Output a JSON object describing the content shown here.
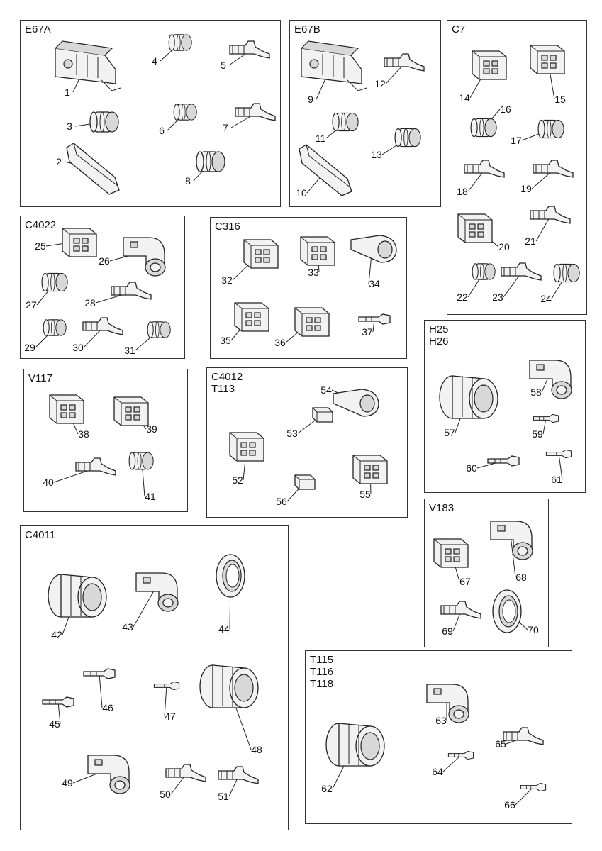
{
  "panels": [
    {
      "id": "e67a",
      "label": "E67A"
    },
    {
      "id": "e67b",
      "label": "E67B"
    },
    {
      "id": "c7",
      "label": "C7"
    },
    {
      "id": "c4022",
      "label": "C4022"
    },
    {
      "id": "c316",
      "label": "C316"
    },
    {
      "id": "h25",
      "label": "H25\nH26"
    },
    {
      "id": "v117",
      "label": "V117"
    },
    {
      "id": "c4012",
      "label": "C4012\nT113"
    },
    {
      "id": "v183",
      "label": "V183"
    },
    {
      "id": "c4011",
      "label": "C4011"
    },
    {
      "id": "t115",
      "label": "T115\nT116\nT118"
    }
  ],
  "parts": [
    {
      "n": "1",
      "shape": "housing"
    },
    {
      "n": "2",
      "shape": "cover"
    },
    {
      "n": "3",
      "shape": "seal"
    },
    {
      "n": "4",
      "shape": "seal"
    },
    {
      "n": "5",
      "shape": "terminal"
    },
    {
      "n": "6",
      "shape": "seal"
    },
    {
      "n": "7",
      "shape": "terminal"
    },
    {
      "n": "8",
      "shape": "seal"
    },
    {
      "n": "9",
      "shape": "housing"
    },
    {
      "n": "10",
      "shape": "cover"
    },
    {
      "n": "11",
      "shape": "seal"
    },
    {
      "n": "12",
      "shape": "terminal"
    },
    {
      "n": "13",
      "shape": "seal"
    },
    {
      "n": "14",
      "shape": "block"
    },
    {
      "n": "15",
      "shape": "block"
    },
    {
      "n": "16",
      "shape": "seal"
    },
    {
      "n": "17",
      "shape": "seal"
    },
    {
      "n": "18",
      "shape": "terminal"
    },
    {
      "n": "19",
      "shape": "terminal"
    },
    {
      "n": "20",
      "shape": "block"
    },
    {
      "n": "21",
      "shape": "terminal"
    },
    {
      "n": "22",
      "shape": "seal"
    },
    {
      "n": "23",
      "shape": "terminal"
    },
    {
      "n": "24",
      "shape": "seal"
    },
    {
      "n": "25",
      "shape": "block"
    },
    {
      "n": "26",
      "shape": "elbow"
    },
    {
      "n": "27",
      "shape": "seal"
    },
    {
      "n": "28",
      "shape": "terminal"
    },
    {
      "n": "29",
      "shape": "seal"
    },
    {
      "n": "30",
      "shape": "terminal"
    },
    {
      "n": "31",
      "shape": "seal"
    },
    {
      "n": "32",
      "shape": "block"
    },
    {
      "n": "33",
      "shape": "block"
    },
    {
      "n": "34",
      "shape": "boot"
    },
    {
      "n": "35",
      "shape": "block"
    },
    {
      "n": "36",
      "shape": "block"
    },
    {
      "n": "37",
      "shape": "pin"
    },
    {
      "n": "38",
      "shape": "block"
    },
    {
      "n": "39",
      "shape": "block"
    },
    {
      "n": "40",
      "shape": "terminal"
    },
    {
      "n": "41",
      "shape": "seal"
    },
    {
      "n": "52",
      "shape": "block"
    },
    {
      "n": "53",
      "shape": "clip"
    },
    {
      "n": "54",
      "shape": "boot"
    },
    {
      "n": "55",
      "shape": "block"
    },
    {
      "n": "56",
      "shape": "clip"
    },
    {
      "n": "57",
      "shape": "round"
    },
    {
      "n": "58",
      "shape": "elbow"
    },
    {
      "n": "59",
      "shape": "pin"
    },
    {
      "n": "60",
      "shape": "pin"
    },
    {
      "n": "61",
      "shape": "pin"
    },
    {
      "n": "67",
      "shape": "block"
    },
    {
      "n": "68",
      "shape": "elbow"
    },
    {
      "n": "69",
      "shape": "terminal"
    },
    {
      "n": "70",
      "shape": "ring"
    },
    {
      "n": "42",
      "shape": "round"
    },
    {
      "n": "43",
      "shape": "elbow"
    },
    {
      "n": "44",
      "shape": "ring"
    },
    {
      "n": "45",
      "shape": "pin"
    },
    {
      "n": "46",
      "shape": "pin"
    },
    {
      "n": "47",
      "shape": "pin"
    },
    {
      "n": "48",
      "shape": "round"
    },
    {
      "n": "49",
      "shape": "elbow"
    },
    {
      "n": "50",
      "shape": "terminal"
    },
    {
      "n": "51",
      "shape": "terminal"
    },
    {
      "n": "62",
      "shape": "round"
    },
    {
      "n": "63",
      "shape": "elbow"
    },
    {
      "n": "64",
      "shape": "pin"
    },
    {
      "n": "65",
      "shape": "terminal"
    },
    {
      "n": "66",
      "shape": "pin"
    }
  ]
}
